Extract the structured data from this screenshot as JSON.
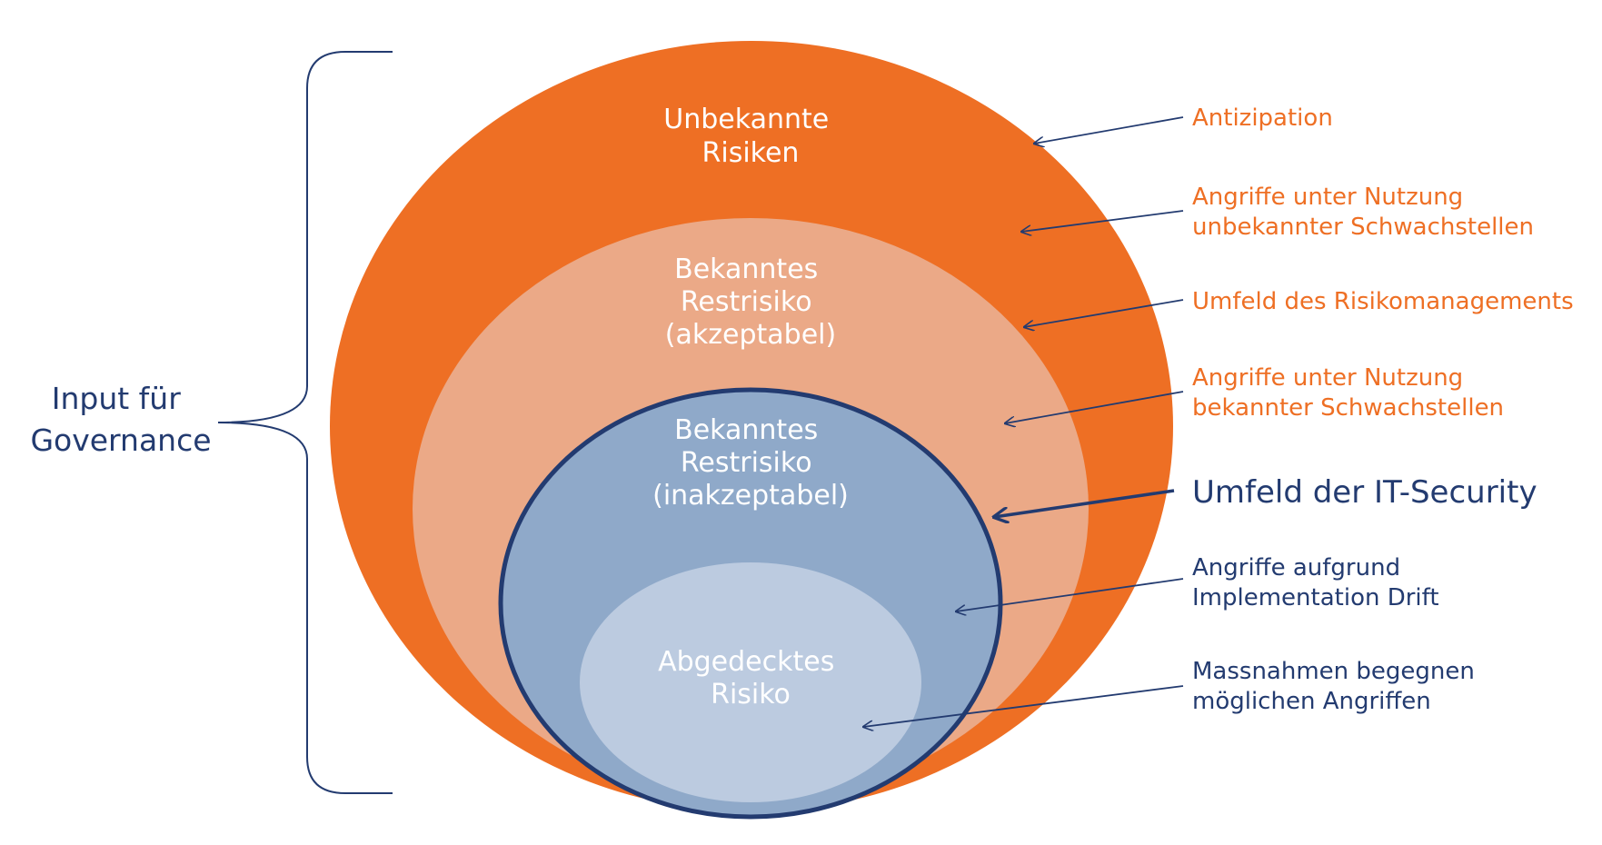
{
  "governance_label": {
    "line1": "Input für",
    "line2": "Governance"
  },
  "rings": {
    "unknown": {
      "line1": "Unbekannte",
      "line2": "Risiken",
      "color": "#ee6f24"
    },
    "acceptable": {
      "line1": "Bekanntes",
      "line2": "Restrisiko",
      "line3": "(akzeptabel)",
      "color": "#eba987"
    },
    "unacceptable": {
      "line1": "Bekanntes",
      "line2": "Restrisiko",
      "line3": "(inakzeptabel)",
      "color": "#8fa9c9"
    },
    "covered": {
      "line1": "Abgedecktes",
      "line2": "Risiko",
      "color": "#bccbe0"
    }
  },
  "annotations": [
    {
      "line1": "Antizipation",
      "line2": ""
    },
    {
      "line1": "Angriffe unter Nutzung",
      "line2": "unbekannter Schwachstellen"
    },
    {
      "line1": "Umfeld des Risikomanagements",
      "line2": ""
    },
    {
      "line1": "Angriffe unter Nutzung",
      "line2": "bekannter Schwachstellen"
    },
    {
      "line1": "Umfeld der IT-Security",
      "line2": ""
    },
    {
      "line1": "Angriffe aufgrund",
      "line2": "Implementation Drift"
    },
    {
      "line1": "Massnahmen begegnen",
      "line2": "möglichen Angriffen"
    }
  ],
  "colors": {
    "orange_text": "#ee6f24",
    "navy": "#233b70",
    "it_security_outline": "#233b70"
  }
}
